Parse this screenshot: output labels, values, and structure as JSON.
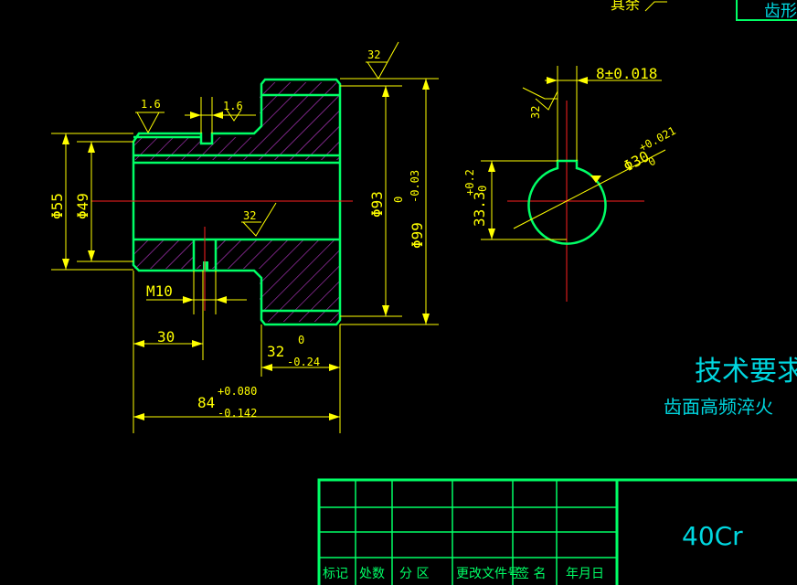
{
  "title_block_partial": "齿形",
  "top_partial_label": "其余",
  "roughness": {
    "top": "32",
    "left": "1.6",
    "mid": "1.6",
    "bore": "32",
    "key": "32"
  },
  "dims": {
    "d55": "Φ55",
    "d49": "Φ49",
    "d93": "Φ93",
    "d99": "Φ99",
    "d99_up": "0",
    "d99_low": "-0.03",
    "m10": "M10",
    "l30": "30",
    "l32": "32",
    "l32_up": "0",
    "l32_low": "-0.24",
    "l84": "84",
    "l84_up": "+0.080",
    "l84_low": "-0.142",
    "key_w": "8±0.018",
    "d30": "Φ30",
    "d30_up": "+0.021",
    "d30_low": "0",
    "h33": "33.3",
    "h33_up": "+0.2",
    "h33_low": "0"
  },
  "requirements": {
    "heading": "技术要求",
    "line1": "齿面高频淬火"
  },
  "material": "40Cr",
  "table_headers": [
    "标记",
    "处数",
    "分 区",
    "更改文件号",
    "签 名",
    "年月日"
  ],
  "colors": {
    "outline": "#00ff66",
    "dim": "#ffff00",
    "center": "#ff2020",
    "hatch": "#c03ad0",
    "text": "#00d7e0"
  }
}
